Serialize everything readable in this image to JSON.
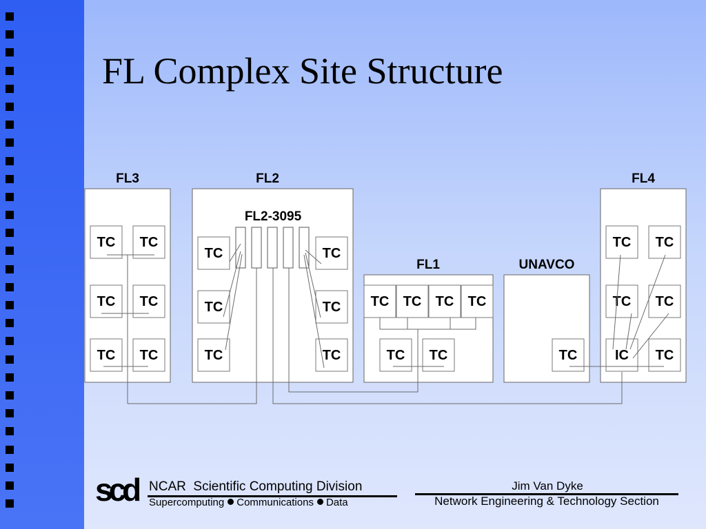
{
  "slide": {
    "title": "FL Complex Site Structure"
  },
  "diagram": {
    "sites": {
      "fl3": "FL3",
      "fl2": "FL2",
      "fl2_sub": "FL2-3095",
      "fl1": "FL1",
      "unavco": "UNAVCO",
      "fl4": "FL4"
    },
    "node_labels": {
      "tc": "TC",
      "ic": "IC"
    }
  },
  "footer": {
    "logo": "scd",
    "org": "NCAR  Scientific Computing Division",
    "tagline": [
      "Supercomputing",
      "Communications",
      "Data"
    ],
    "author": "Jim Van Dyke",
    "section": "Network Engineering & Technology Section"
  },
  "colors": {
    "sidebar": "#2f5ef3",
    "background": "#c4d5fc",
    "box_fill": "#ffffff",
    "line": "#555555"
  }
}
